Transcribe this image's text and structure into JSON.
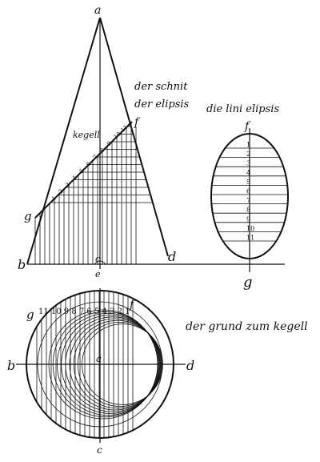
{
  "captions": {
    "section_cut": "der schnit der elipsis",
    "ellipse_line": "die lini elipsis",
    "ground": "der grund zum kegell",
    "cone": "kegell"
  },
  "letters": {
    "apex": "a",
    "cone_left": "b",
    "cone_right": "d",
    "cone_f": "f",
    "cone_g": "g",
    "cone_c": "c",
    "cone_e": "e",
    "ellipse_f": "f",
    "ellipse_g": "g",
    "ground_left": "b",
    "ground_right": "d",
    "ground_center": "a",
    "ground_g": "g",
    "ground_f": "f",
    "ground_c": "c"
  },
  "numbers": {
    "cone_steps": [
      "1",
      "2",
      "3",
      "4",
      "5",
      "6",
      "7",
      "8",
      "9",
      "10",
      "11"
    ],
    "ellipse_steps": [
      "1",
      "2",
      "3",
      "4",
      "5",
      "6",
      "7",
      "8",
      "9",
      "10",
      "11"
    ],
    "ground_steps": "11 10 9 8 7 6 5 4 3 2 1"
  }
}
